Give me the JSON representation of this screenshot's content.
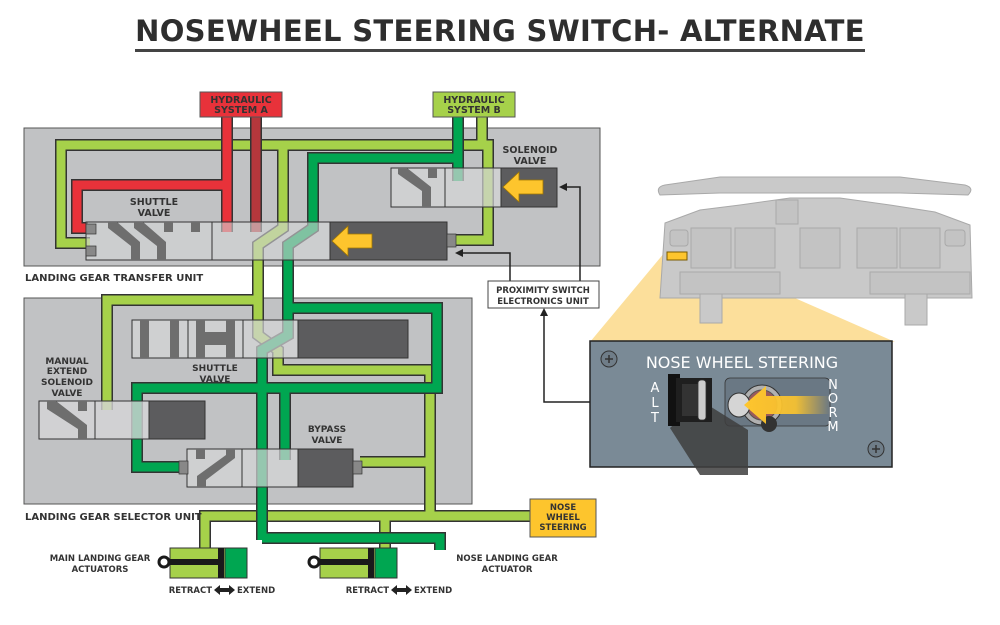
{
  "title": "NOSEWHEEL STEERING SWITCH- ALTERNATE",
  "colors": {
    "system_a": "#e8323a",
    "system_a_dark": "#b5373c",
    "system_b_light": "#a6d14a",
    "system_b_dark": "#00a651",
    "unit_bg": "#c1c2c4",
    "valve_body": "#d4d5d7",
    "valve_actuator": "#5c5c5e",
    "arrow": "#fdc52d",
    "nws_box": "#fdc52d",
    "panel": "#7a8a96"
  },
  "sources": {
    "system_a": [
      "HYDRAULIC",
      "SYSTEM A"
    ],
    "system_b": [
      "HYDRAULIC",
      "SYSTEM B"
    ]
  },
  "transfer_unit": {
    "label": "LANDING GEAR TRANSFER UNIT",
    "shuttle_valve": [
      "SHUTTLE",
      "VALVE"
    ],
    "solenoid_valve": [
      "SOLENOID",
      "VALVE"
    ]
  },
  "proximity_unit": [
    "PROXIMITY SWITCH",
    "ELECTRONICS UNIT"
  ],
  "selector_unit": {
    "label": "LANDING GEAR SELECTOR UNIT",
    "manual_extend": [
      "MANUAL",
      "EXTEND",
      "SOLENOID",
      "VALVE"
    ],
    "shuttle_valve": [
      "SHUTTLE",
      "VALVE"
    ],
    "bypass_valve": [
      "BYPASS",
      "VALVE"
    ]
  },
  "nose_wheel_steering": [
    "NOSE",
    "WHEEL",
    "STEERING"
  ],
  "actuators": {
    "main": {
      "label": [
        "MAIN LANDING GEAR",
        "ACTUATORS"
      ],
      "retract": "RETRACT",
      "extend": "EXTEND"
    },
    "nose": {
      "label": [
        "NOSE LANDING GEAR",
        "ACTUATOR"
      ],
      "retract": "RETRACT",
      "extend": "EXTEND"
    }
  },
  "switch_panel": {
    "title": "NOSE WHEEL STEERING",
    "left_pos": [
      "A",
      "L",
      "T"
    ],
    "right_pos": [
      "N",
      "O",
      "R",
      "M"
    ],
    "selected": "ALT"
  }
}
